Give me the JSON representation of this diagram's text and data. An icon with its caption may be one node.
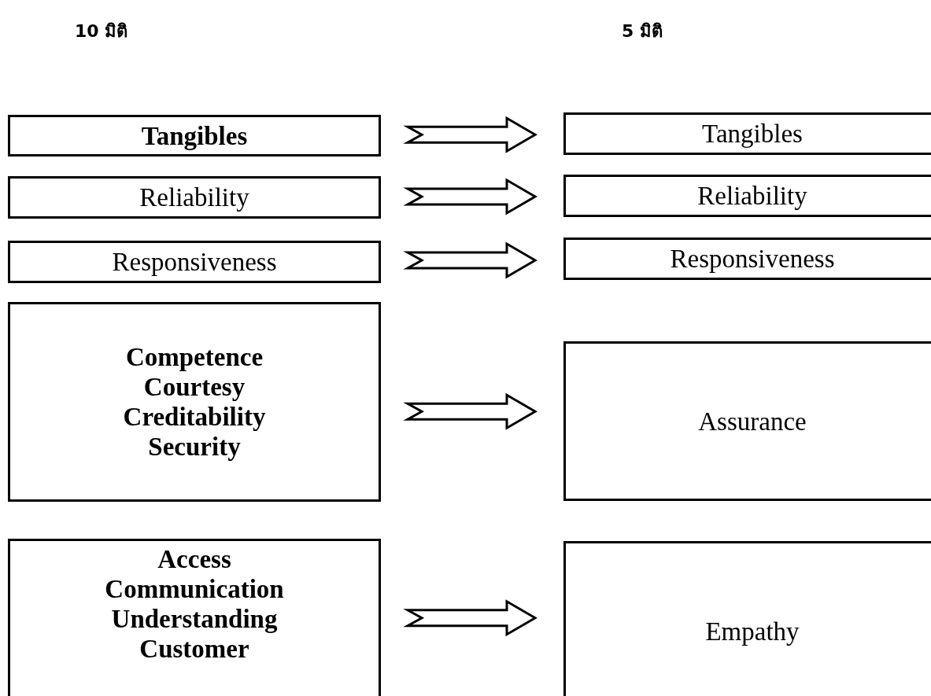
{
  "diagram": {
    "nodes": [
      {
        "text": [
          "Tangibles"
        ]
      },
      {
        "text": [
          "Tangibles"
        ]
      },
      {
        "text": [
          "Reliability"
        ]
      },
      {
        "text": [
          "Reliability"
        ]
      },
      {
        "text": [
          "Responsiveness"
        ]
      },
      {
        "text": [
          "Responsiveness"
        ]
      },
      {
        "text": [
          "Competence",
          "Courtesy",
          "Creditability",
          "Security"
        ]
      },
      {
        "text": [
          "Assurance"
        ]
      },
      {
        "text": [
          "Access",
          "Communication",
          "Understanding",
          "Customer"
        ]
      },
      {
        "text": [
          "Empathy"
        ]
      }
    ],
    "edges": [
      {
        "from": 0,
        "to": 1,
        "arrow": "to"
      },
      {
        "from": 2,
        "to": 3,
        "arrow": "to"
      },
      {
        "from": 4,
        "to": 5,
        "arrow": "to"
      },
      {
        "from": 6,
        "to": 7,
        "arrow": "to"
      },
      {
        "from": 8,
        "to": 9,
        "arrow": "to"
      }
    ],
    "labels": [
      "10 มิติ",
      "5 มิติ"
    ]
  }
}
